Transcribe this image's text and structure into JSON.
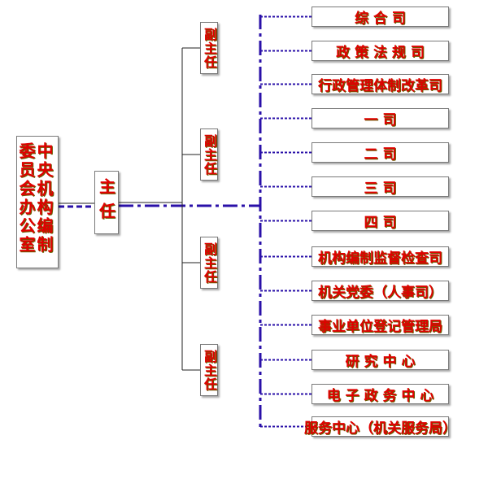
{
  "chart": {
    "office": "中央机构编制委员会办公室",
    "director": "主任",
    "deputies": [
      "副主任",
      "副主任",
      "副主任",
      "副主任"
    ],
    "departments": [
      "综 合 司",
      "政 策 法 规 司",
      "行政管理体制改革司",
      "一     司",
      "二     司",
      "三     司",
      "四     司",
      "机构编制监督检查司",
      "机关党委（人事司）",
      "事业单位登记管理局",
      "研 究 中 心",
      "电 子 政 务 中 心",
      "服务中心（机关服务局）"
    ],
    "colors": {
      "text": "#e00000",
      "dashed_line": "#2a10a8",
      "solid_line": "#222222"
    }
  }
}
